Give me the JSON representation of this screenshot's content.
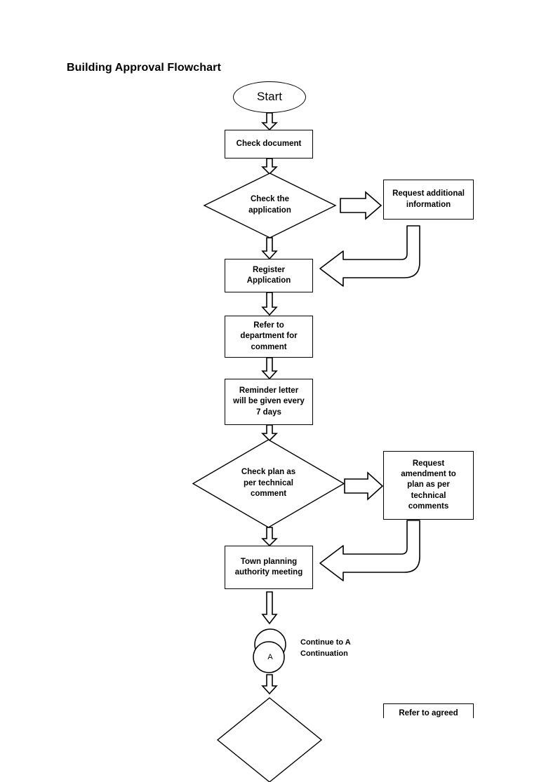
{
  "document": {
    "title": "Building Approval Flowchart",
    "background_color": "#ffffff",
    "stroke_color": "#000000"
  },
  "flowchart": {
    "nodes": [
      {
        "id": "start",
        "shape": "terminator",
        "label": "Start"
      },
      {
        "id": "check-document",
        "shape": "process",
        "label": "Check document"
      },
      {
        "id": "check-application",
        "shape": "decision",
        "label": "Check the\napplication"
      },
      {
        "id": "request-info",
        "shape": "process",
        "label": "Request additional\ninformation"
      },
      {
        "id": "register-application",
        "shape": "process",
        "label": "Register\nApplication"
      },
      {
        "id": "refer-department",
        "shape": "process",
        "label": "Refer to\ndepartment for\ncomment"
      },
      {
        "id": "reminder-letter",
        "shape": "process",
        "label": "Reminder letter\nwill be given every\n7 days"
      },
      {
        "id": "check-plan",
        "shape": "decision",
        "label": "Check plan as\nper technical\ncomment"
      },
      {
        "id": "request-amendment",
        "shape": "process",
        "label": "Request\namendment to\nplan as per\ntechnical\ncomments"
      },
      {
        "id": "town-planning",
        "shape": "process",
        "label": "Town planning\nauthority meeting"
      },
      {
        "id": "connector-a",
        "shape": "connector",
        "label": "A"
      },
      {
        "id": "bottom-decision",
        "shape": "decision",
        "label": ""
      },
      {
        "id": "bottom-right-box",
        "shape": "process",
        "label": "Refer to agreed"
      }
    ],
    "annotations": [
      {
        "id": "continue-note",
        "text": "Continue to A\nContinuation"
      }
    ],
    "arrows": [
      {
        "from": "start",
        "to": "check-document",
        "style": "block-down"
      },
      {
        "from": "check-document",
        "to": "check-application",
        "style": "block-down"
      },
      {
        "from": "check-application",
        "to": "request-info",
        "style": "block-right"
      },
      {
        "from": "check-application",
        "to": "register-application",
        "style": "block-down"
      },
      {
        "from": "request-info",
        "to": "register-application",
        "style": "elbow-left"
      },
      {
        "from": "register-application",
        "to": "refer-department",
        "style": "block-down"
      },
      {
        "from": "refer-department",
        "to": "reminder-letter",
        "style": "block-down"
      },
      {
        "from": "reminder-letter",
        "to": "check-plan",
        "style": "block-down"
      },
      {
        "from": "check-plan",
        "to": "request-amendment",
        "style": "block-right"
      },
      {
        "from": "check-plan",
        "to": "town-planning",
        "style": "block-down"
      },
      {
        "from": "request-amendment",
        "to": "town-planning",
        "style": "elbow-left"
      },
      {
        "from": "town-planning",
        "to": "connector-a",
        "style": "block-down"
      },
      {
        "from": "connector-a",
        "to": "bottom-decision",
        "style": "block-down"
      }
    ]
  }
}
